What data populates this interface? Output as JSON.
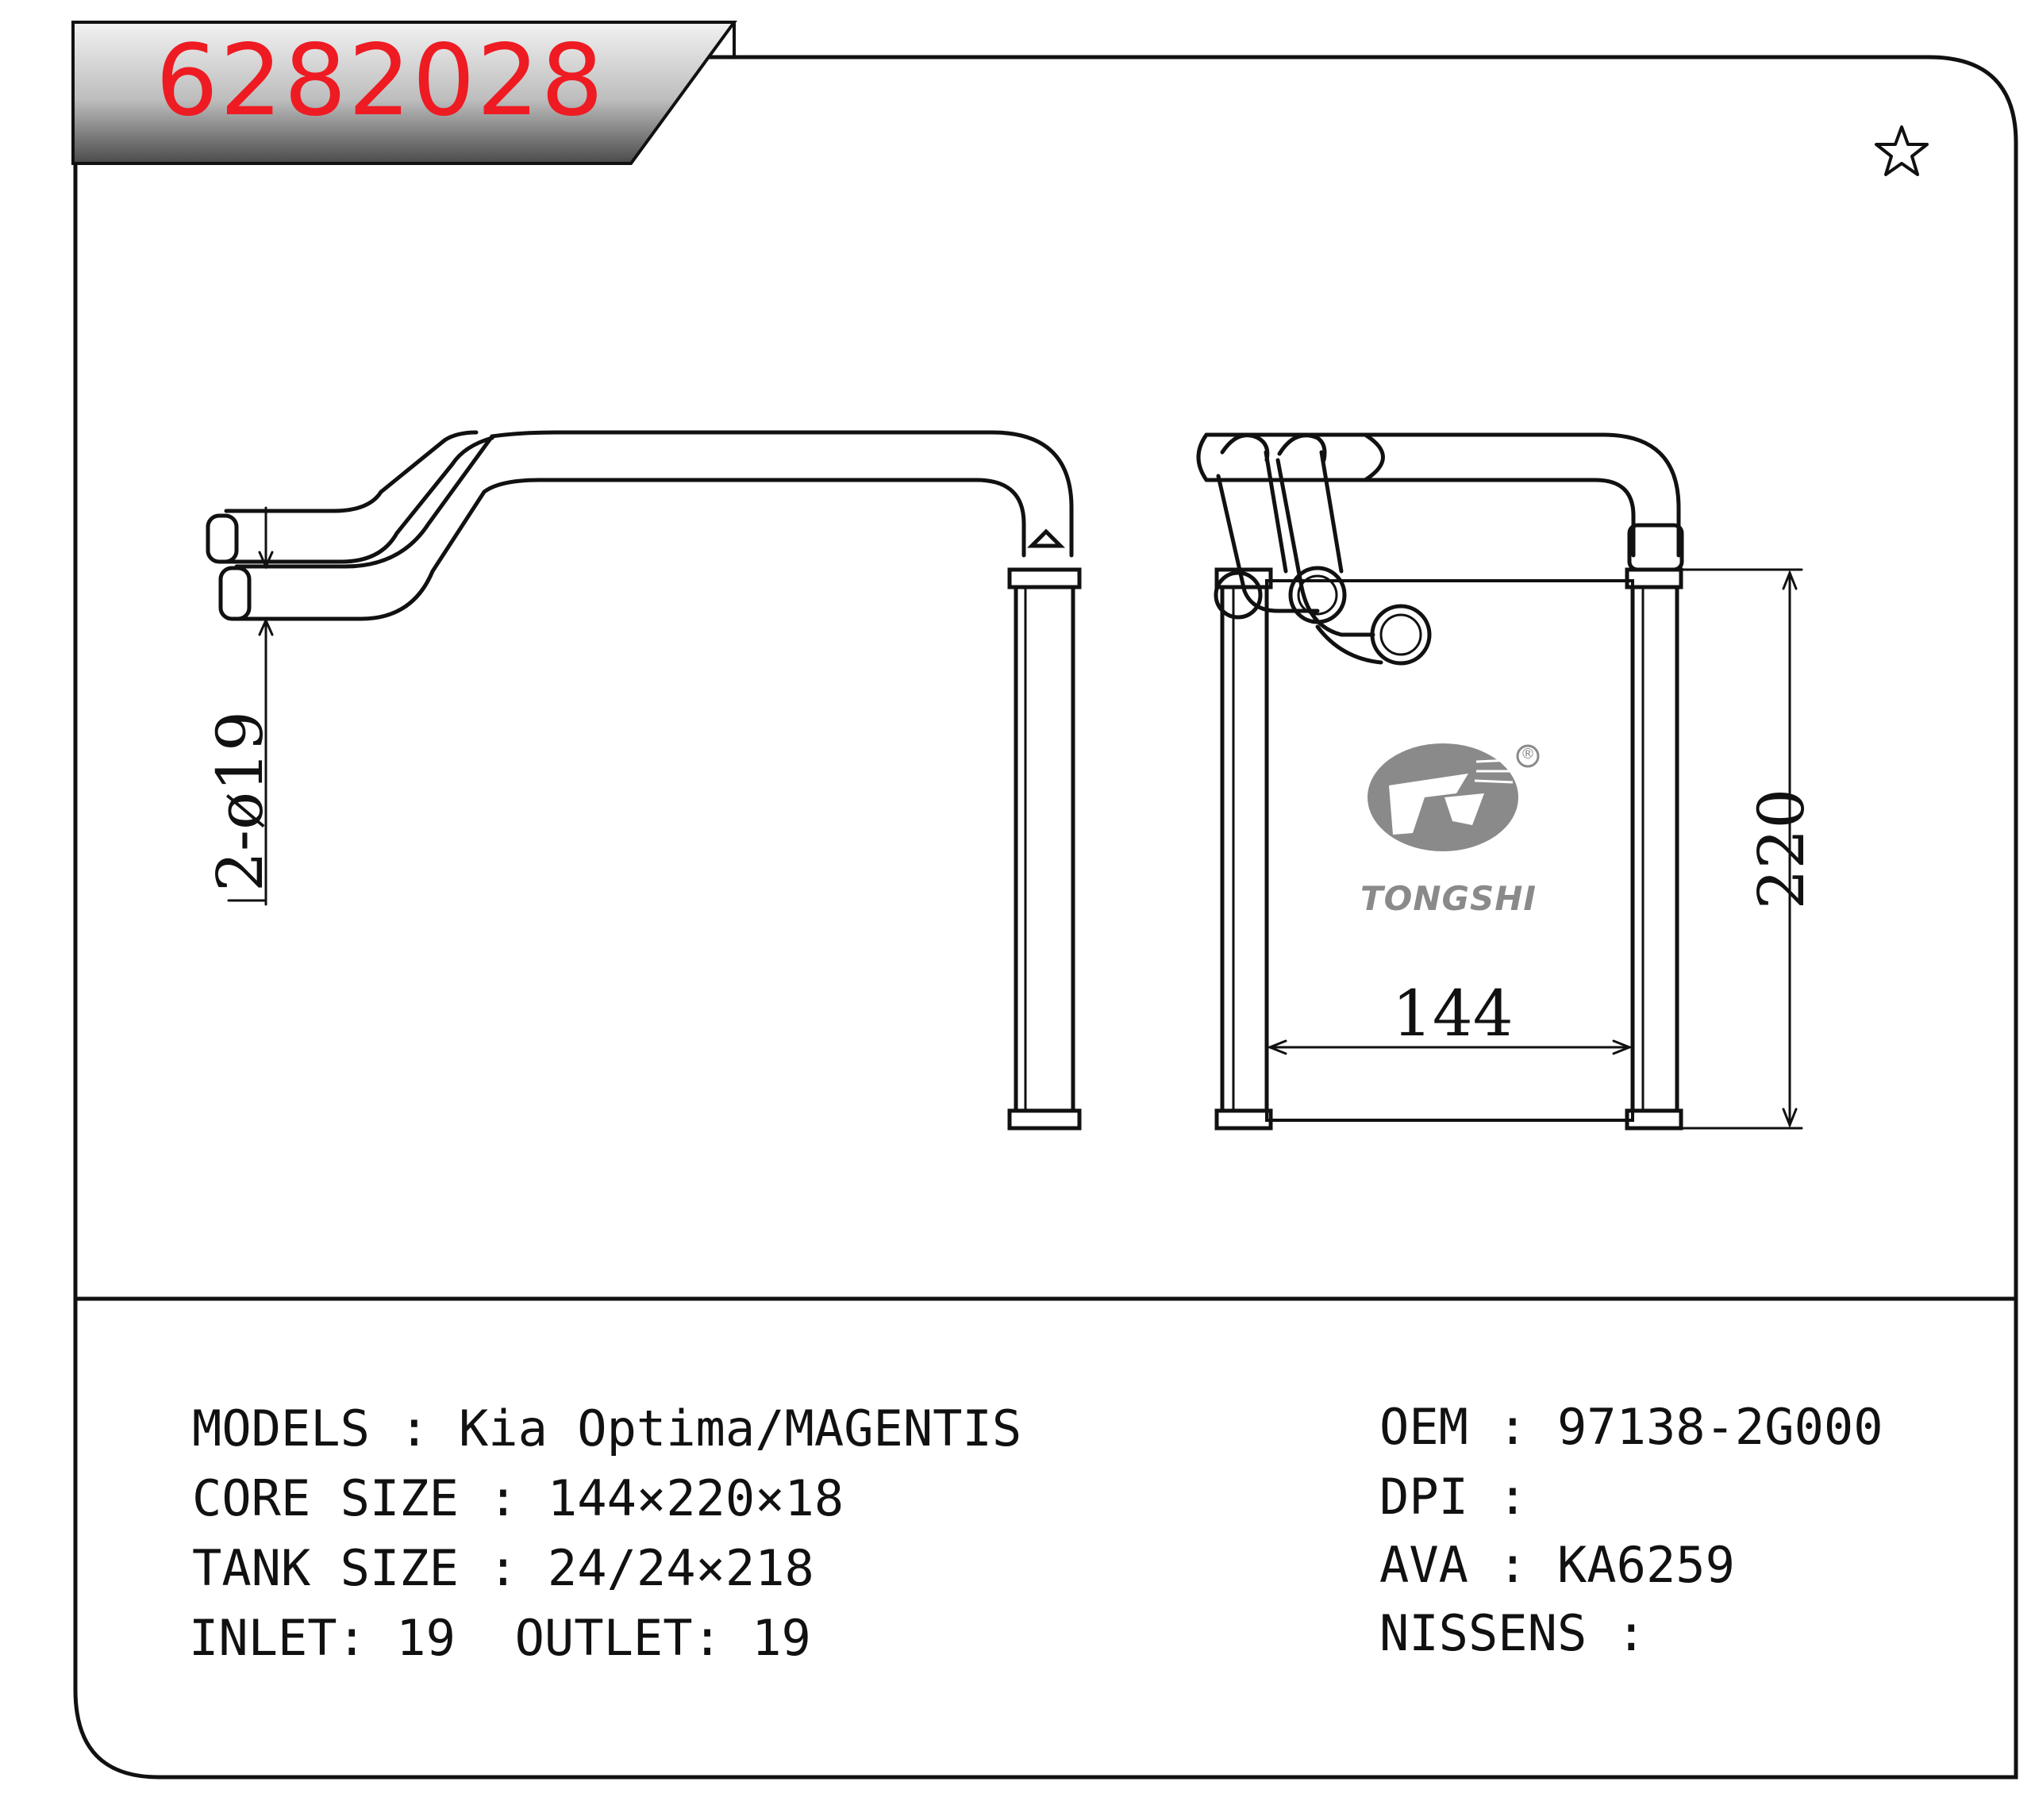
{
  "part_number": "6282028",
  "colors": {
    "part_number": "#ee1b22",
    "line": "#111111",
    "logo_gray": "#8a8a8a"
  },
  "icons": {
    "favorite": "star-outline-icon",
    "brand": "tongshi-logo-icon"
  },
  "drawing": {
    "dim_inlet": "2-ø19",
    "dim_width": "144",
    "dim_height": "220",
    "brand": {
      "name": "TONGSHI",
      "registered": "®"
    }
  },
  "specs": {
    "models": "MODELS : Kia Optima/MAGENTIS",
    "core_size": "CORE SIZE : 144×220×18",
    "tank_size": "TANK SIZE : 24/24×218",
    "inlet_outlet": "INLET: 19  OUTLET: 19",
    "oem": "OEM : 97138-2G000",
    "dpi": "DPI :",
    "ava": "AVA : KA6259",
    "nissens": "NISSENS :"
  }
}
